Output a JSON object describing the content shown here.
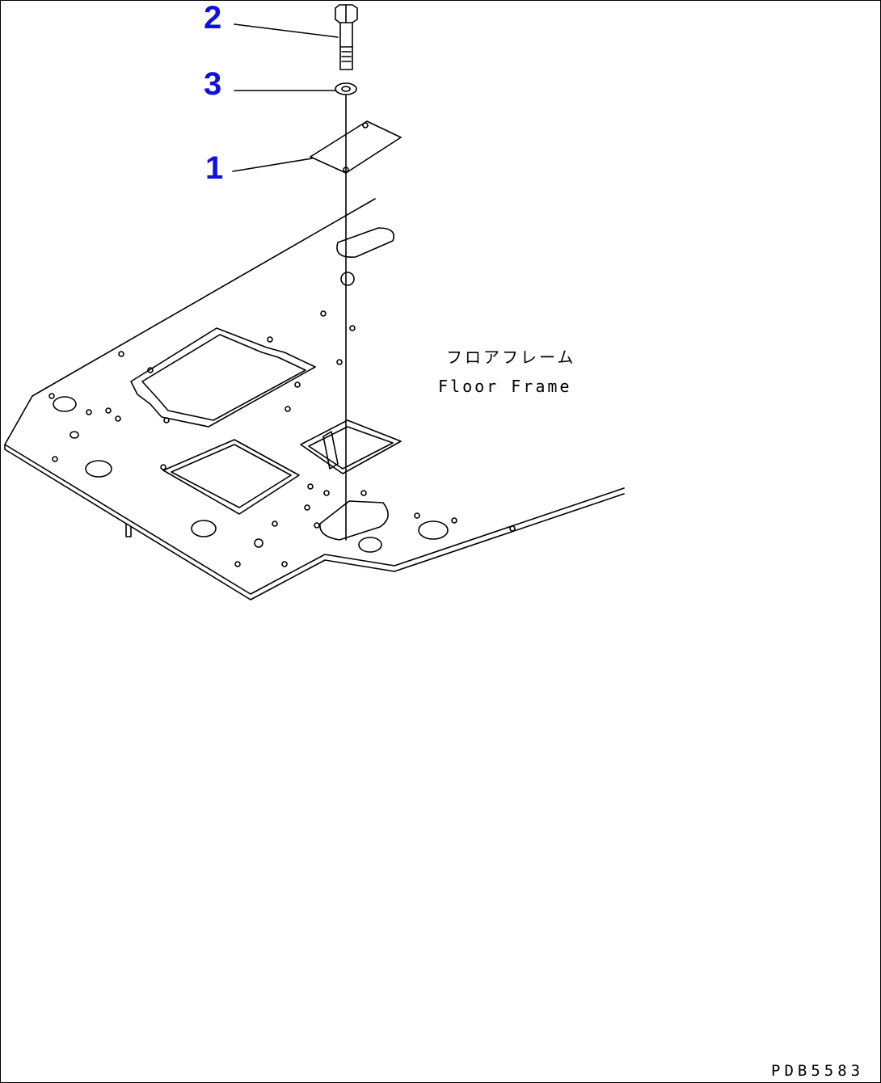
{
  "callouts": [
    {
      "number": "2",
      "part": "bolt"
    },
    {
      "number": "3",
      "part": "washer"
    },
    {
      "number": "1",
      "part": "cover-plate"
    }
  ],
  "frame_label": {
    "japanese": "フロアフレーム",
    "english": "Floor Frame"
  },
  "drawing_code": "PDB5583",
  "colors": {
    "callout": "#1010e0",
    "line": "#000000",
    "background": "#ffffff"
  }
}
